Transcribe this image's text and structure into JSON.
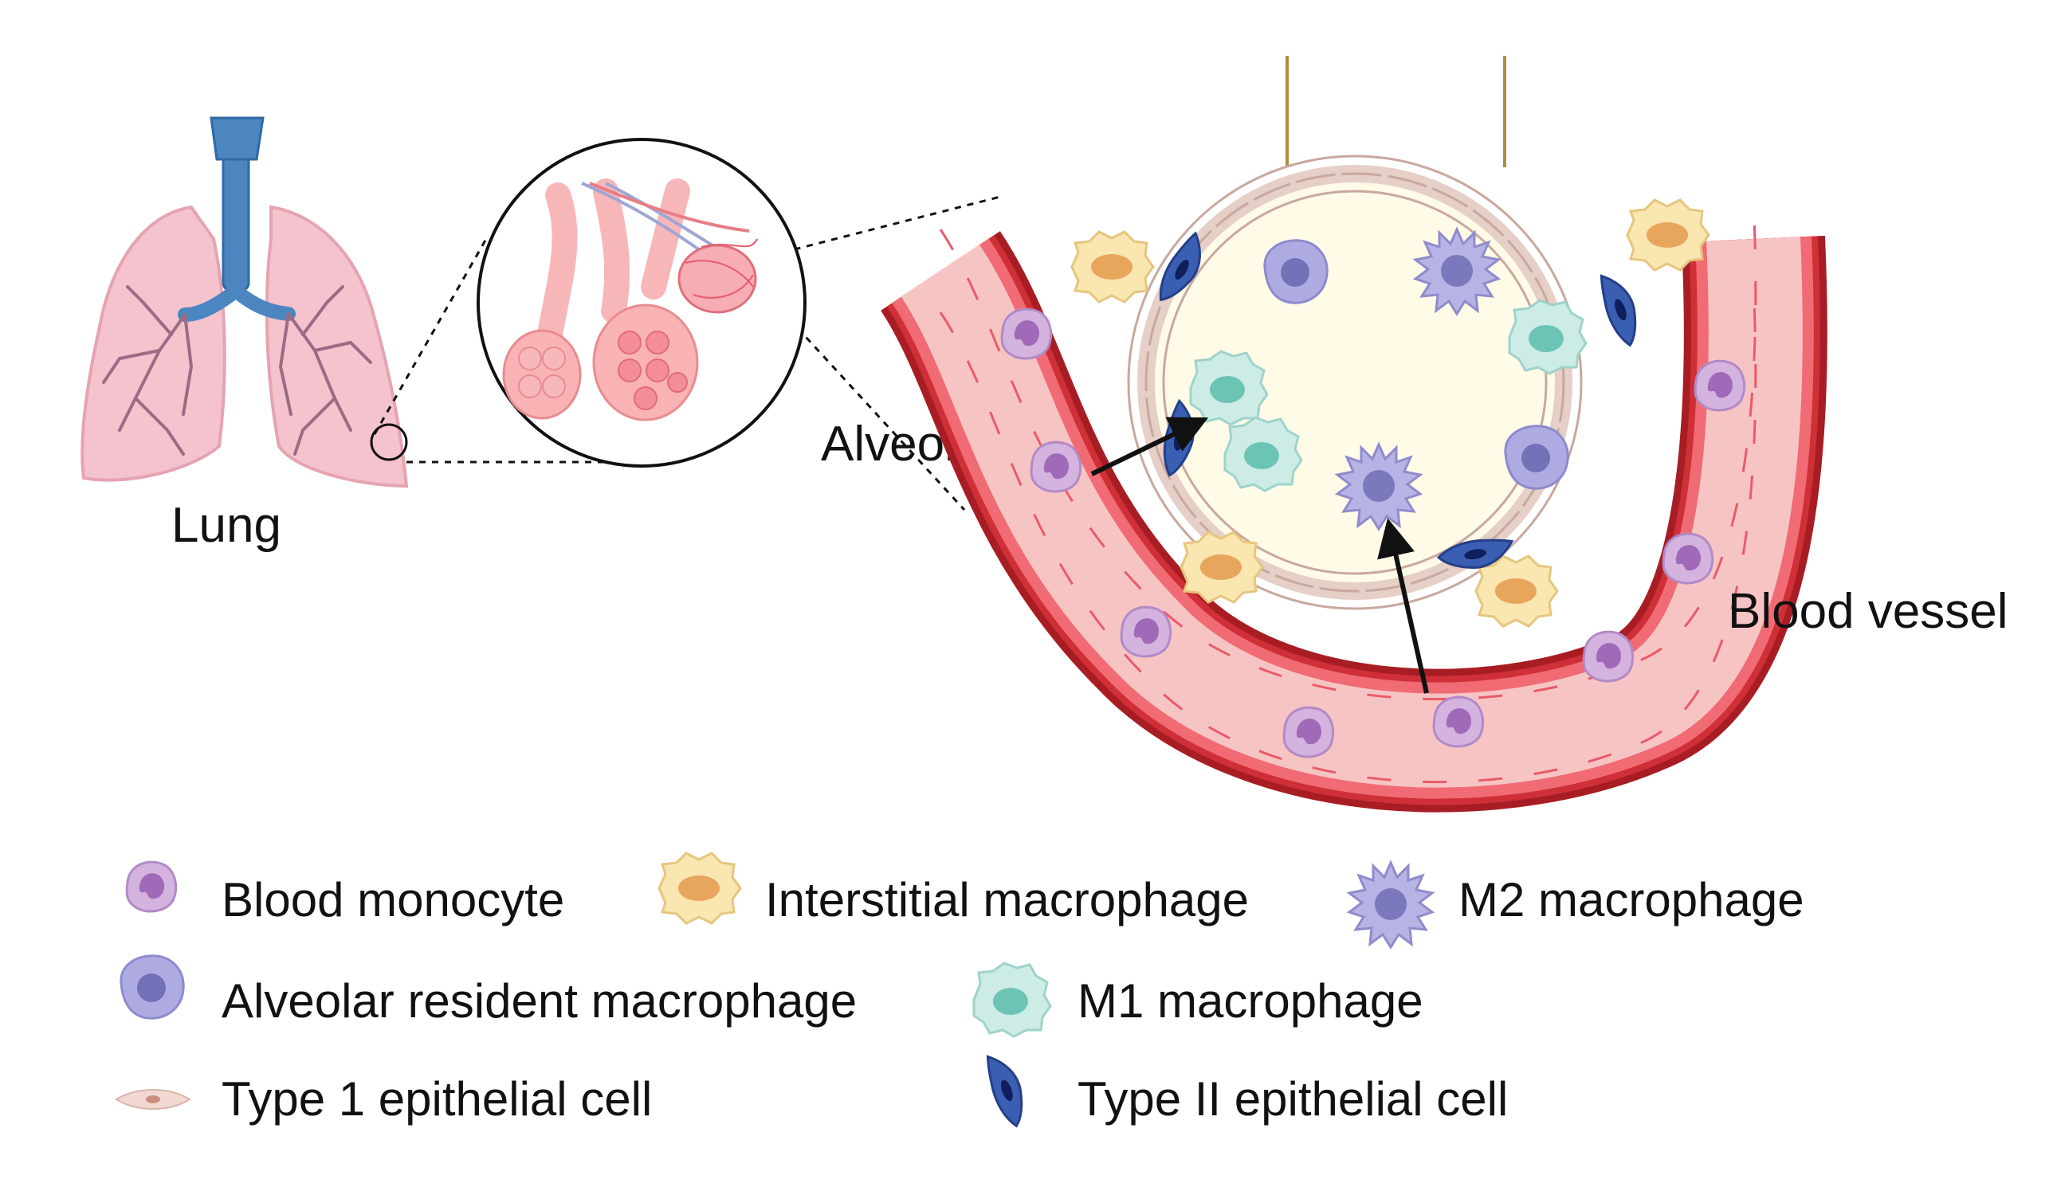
{
  "labels": {
    "lung": "Lung",
    "alveoli": "Alveoli",
    "blood_vessel": "Blood vessel"
  },
  "legend": [
    {
      "icon": "blood-monocyte-icon",
      "label": "Blood monocyte"
    },
    {
      "icon": "interstitial-macrophage-icon",
      "label": "Interstitial macrophage"
    },
    {
      "icon": "m2-macrophage-icon",
      "label": "M2 macrophage"
    },
    {
      "icon": "alveolar-resident-macrophage-icon",
      "label": "Alveolar resident macrophage"
    },
    {
      "icon": "m1-macrophage-icon",
      "label": "M1 macrophage"
    },
    {
      "icon": "type-1-epithelial-cell-icon",
      "label": "Type 1 epithelial cell"
    },
    {
      "icon": "type-2-epithelial-cell-icon",
      "label": "Type II epithelial cell"
    }
  ],
  "colors": {
    "blood_monocyte": "#c9a7d8",
    "interstitial_macrophage": "#f7e0a6",
    "m2_macrophage": "#a9a6de",
    "alveolar_resident_macrophage": "#a7a6df",
    "m1_macrophage": "#bfe6e0",
    "type1_epithelial": "#f1dcd5",
    "type2_epithelial": "#3556a8",
    "vessel_wall": "#a81d24",
    "vessel_lumen": "#f7c4c4",
    "lung": "#f4c3cd",
    "trachea": "#3f7fb8"
  }
}
